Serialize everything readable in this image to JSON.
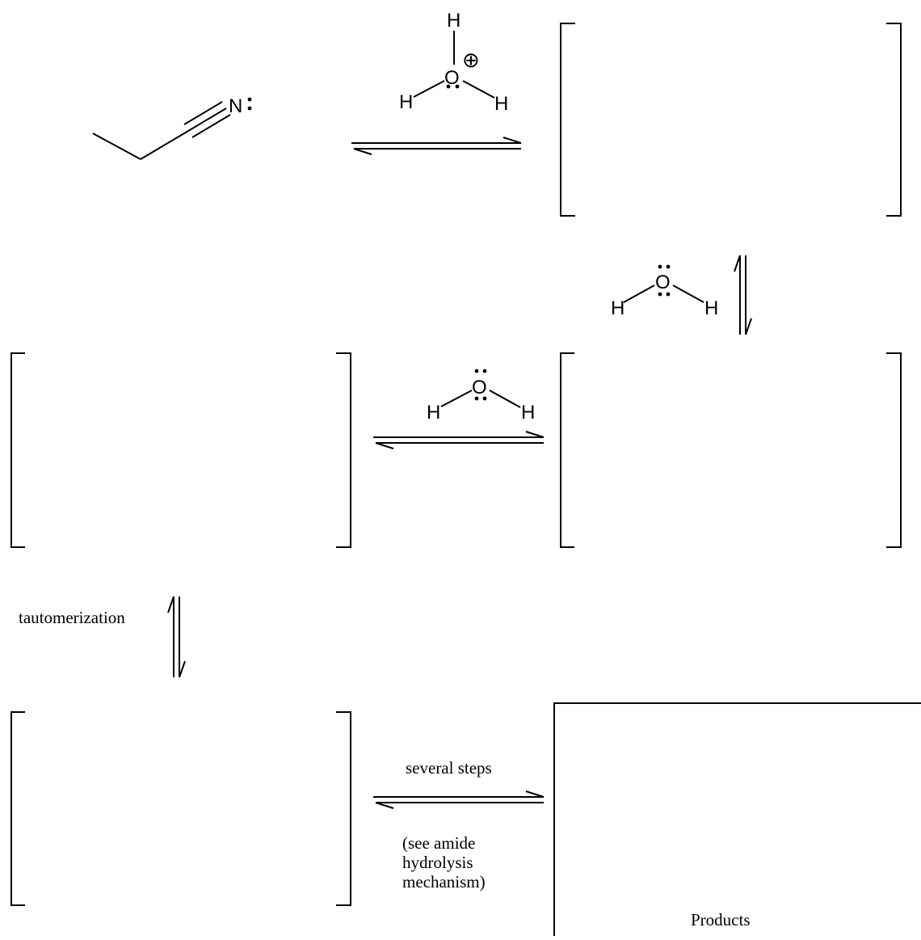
{
  "atoms": {
    "nitrogen": "N",
    "oxygen": "O",
    "hydrogen": "H"
  },
  "charges": {
    "positive": "⊕"
  },
  "labels": {
    "tautomerization": "tautomerization",
    "several_steps": "several steps",
    "see_note": [
      "(see amide",
      "hydrolysis",
      "mechanism)"
    ],
    "products": "Products"
  }
}
